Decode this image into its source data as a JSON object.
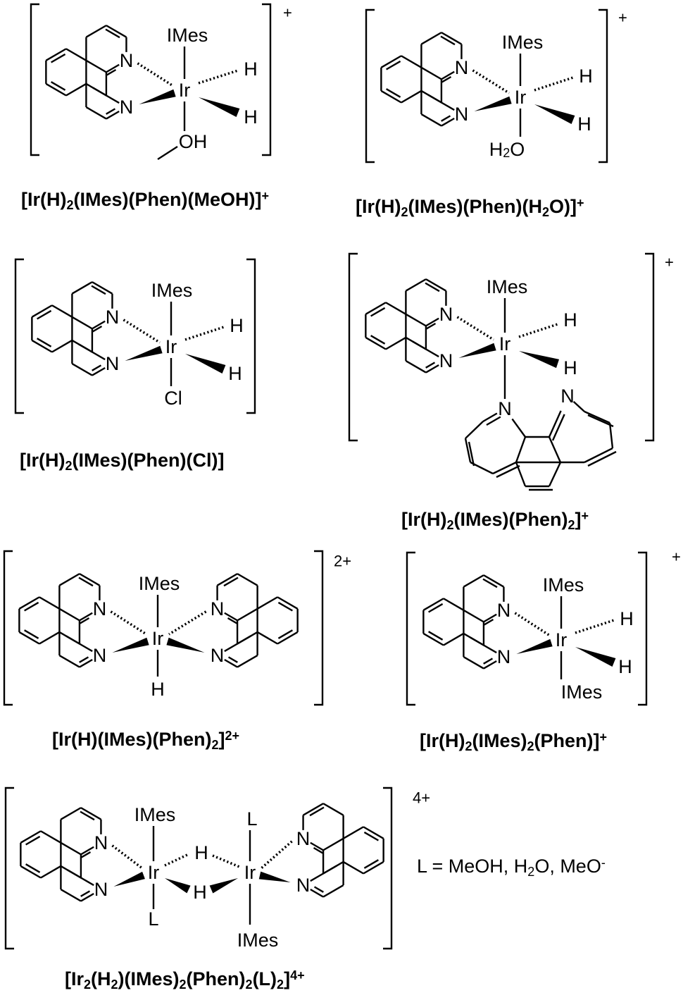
{
  "atoms": {
    "ir": "Ir",
    "n": "N",
    "h": "H",
    "imes": "IMes",
    "oh": "OH",
    "h2o_h": "H",
    "h2o_sub": "2",
    "h2o_o": "O",
    "cl": "Cl",
    "l": "L"
  },
  "charges": {
    "plus": "+",
    "two_plus": "2+",
    "four_plus": "4+"
  },
  "captions": {
    "c1": [
      {
        "t": "[Ir(H)"
      },
      {
        "t": "2",
        "sub": true
      },
      {
        "t": "(IMes)(Phen)(MeOH)]"
      },
      {
        "t": "+",
        "sup": true
      }
    ],
    "c2": [
      {
        "t": "[Ir(H)"
      },
      {
        "t": "2",
        "sub": true
      },
      {
        "t": "(IMes)(Phen)(H"
      },
      {
        "t": "2",
        "sub": true
      },
      {
        "t": "O)]"
      },
      {
        "t": "+",
        "sup": true
      }
    ],
    "c3": [
      {
        "t": "[Ir(H)"
      },
      {
        "t": "2",
        "sub": true
      },
      {
        "t": "(IMes)(Phen)(Cl)]"
      }
    ],
    "c4": [
      {
        "t": "[Ir(H)"
      },
      {
        "t": "2",
        "sub": true
      },
      {
        "t": "(IMes)(Phen)"
      },
      {
        "t": "2",
        "sub": true
      },
      {
        "t": "]"
      },
      {
        "t": "+",
        "sup": true
      }
    ],
    "c5": [
      {
        "t": "[Ir(H)(IMes)(Phen)"
      },
      {
        "t": "2",
        "sub": true
      },
      {
        "t": "]"
      },
      {
        "t": "2+",
        "sup": true
      }
    ],
    "c6": [
      {
        "t": "[Ir(H)"
      },
      {
        "t": "2",
        "sub": true
      },
      {
        "t": "(IMes)"
      },
      {
        "t": "2",
        "sub": true
      },
      {
        "t": "(Phen)]"
      },
      {
        "t": "+",
        "sup": true
      }
    ],
    "c7": [
      {
        "t": "[Ir"
      },
      {
        "t": "2",
        "sub": true
      },
      {
        "t": "(H"
      },
      {
        "t": "2",
        "sub": true
      },
      {
        "t": ")(IMes)"
      },
      {
        "t": "2",
        "sub": true
      },
      {
        "t": "(Phen)"
      },
      {
        "t": "2",
        "sub": true
      },
      {
        "t": "(L)"
      },
      {
        "t": "2",
        "sub": true
      },
      {
        "t": "]"
      },
      {
        "t": "4+",
        "sup": true
      }
    ]
  },
  "legend": [
    {
      "t": "L = MeOH, H"
    },
    {
      "t": "2",
      "sub": true
    },
    {
      "t": "O, MeO"
    },
    {
      "t": "-",
      "sup": true
    }
  ]
}
